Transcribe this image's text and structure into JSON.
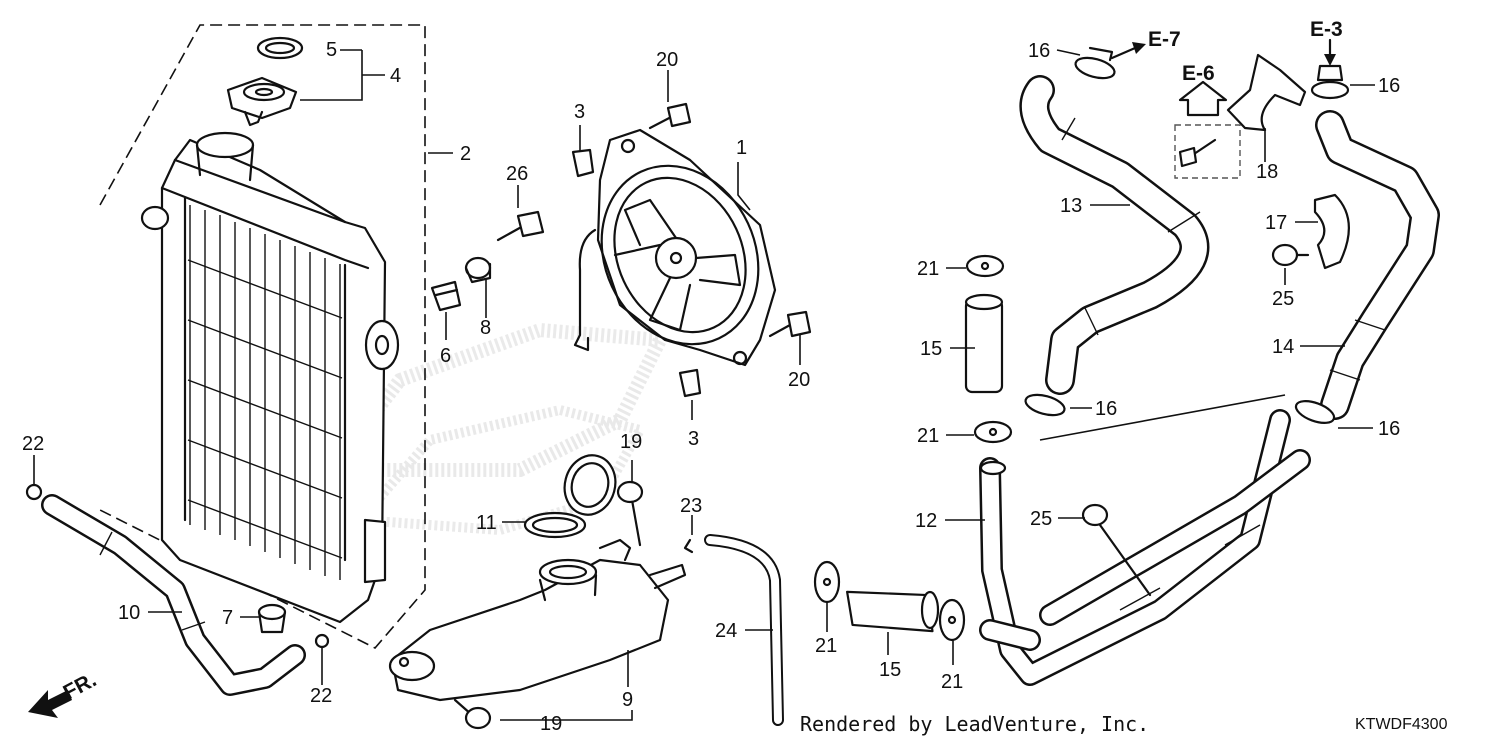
{
  "diagram": {
    "callouts": {
      "c1": "1",
      "c2": "2",
      "c3a": "3",
      "c3b": "3",
      "c4": "4",
      "c5": "5",
      "c6": "6",
      "c7": "7",
      "c8": "8",
      "c9": "9",
      "c10": "10",
      "c11": "11",
      "c12": "12",
      "c13": "13",
      "c14": "14",
      "c15a": "15",
      "c15b": "15",
      "c16a": "16",
      "c16b": "16",
      "c16c": "16",
      "c16d": "16",
      "c17": "17",
      "c18": "18",
      "c19a": "19",
      "c19b": "19",
      "c20a": "20",
      "c20b": "20",
      "c21a": "21",
      "c21b": "21",
      "c21c": "21",
      "c21d": "21",
      "c22a": "22",
      "c22b": "22",
      "c23": "23",
      "c24": "24",
      "c25a": "25",
      "c25b": "25",
      "c26": "26"
    },
    "references": {
      "e7": "E-7",
      "e6": "E-6",
      "e3": "E-3"
    },
    "direction_label": "FR.",
    "credit": "Rendered by LeadVenture, Inc.",
    "diagram_code": "KTWDF4300"
  }
}
